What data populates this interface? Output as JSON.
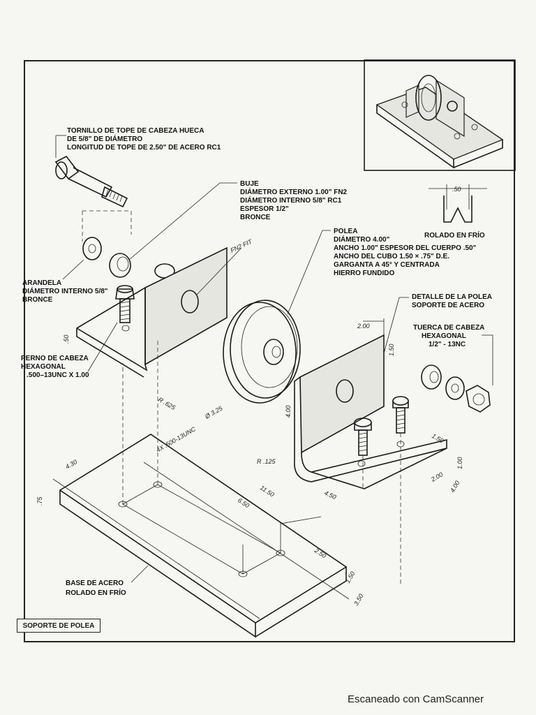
{
  "labels": {
    "bolt_line1": "TORNILLO DE TOPE DE CABEZA HUECA",
    "bolt_line2": "DE 5/8\" DE DIÁMETRO",
    "bolt_line3": "LONGITUD DE TOPE DE 2.50\" DE ACERO RC1",
    "bushing_line1": "BUJE",
    "bushing_line2": "DIÁMETRO EXTERNO 1.00\" FN2",
    "bushing_line3": "DIÁMETRO INTERNO 5/8\" RC1",
    "bushing_line4": "ESPESOR 1/2\"",
    "bushing_line5": "BRONCE",
    "pulley_line1": "POLEA",
    "pulley_line2": "DIÁMETRO 4.00\"",
    "pulley_line3": "ANCHO 1.00\" ESPESOR DEL CUERPO .50\"",
    "pulley_line4": "ANCHO DEL CUBO 1.50 × .75\" D.E.",
    "pulley_line5": "GARGANTA A 45° Y CENTRADA",
    "pulley_line6": "HIERRO FUNDIDO",
    "fit": "FN2 FIT",
    "washer_line1": "ARANDELA",
    "washer_line2": "DIÁMETRO INTERNO 5/8\"",
    "washer_line3": "BRONCE",
    "hexbolt_line1": "PERNO DE CABEZA",
    "hexbolt_line2": "HEXAGONAL",
    "hexbolt_line3": ".500–13UNC X 1.00",
    "detail_line1": "DETALLE DE LA POLEA",
    "detail_line2": "SOPORTE DE ACERO",
    "nut_line1": "TUERCA DE CABEZA",
    "nut_line2": "HEXAGONAL",
    "nut_line3": "1/2\" - 13NC",
    "groove_dim": ".50",
    "groove_label": "ROLADO EN FRÍO",
    "base_line1": "BASE DE ACERO",
    "base_line2": "ROLADO EN FRÍO",
    "title": "SOPORTE DE POLEA",
    "watermark": "Escaneado con CamScanner"
  },
  "dimensions": {
    "d_50_left": ".50",
    "r_625": "R .625",
    "dia_325": "Ø 3.25",
    "d_200": "2.00",
    "d_150": "1.50",
    "d_400": "4.00",
    "r_125": "R .125",
    "d_150b": "1.50",
    "d_100": "1.00",
    "d_200b": "2.00",
    "d_400b": "4.00",
    "d_450": "4.50",
    "d_430": "4.30",
    "thread": "4X .500-13UNC",
    "d_1150": "11.50",
    "d_650": "6.50",
    "d_75": ".75",
    "d_250": "2.50",
    "d_150c": "1.50",
    "d_350": "3.50"
  }
}
